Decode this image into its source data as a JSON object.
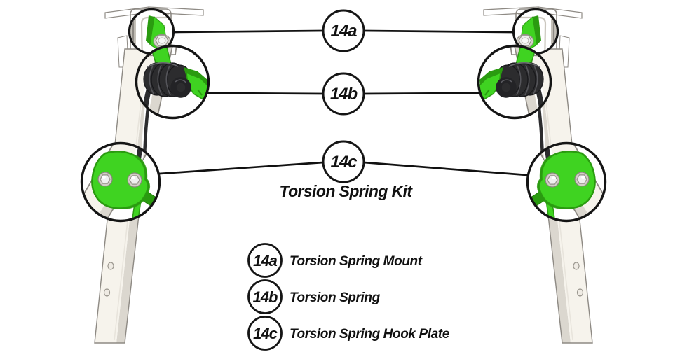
{
  "title": "Torsion Spring Kit",
  "callouts": [
    {
      "label": "14a",
      "name": "Torsion Spring Mount"
    },
    {
      "label": "14b",
      "name": "Torsion Spring"
    },
    {
      "label": "14c",
      "name": "Torsion Spring Hook Plate"
    }
  ],
  "colors": {
    "accent_green": "#3fd321",
    "green_dark": "#2a9b10",
    "spring_black": "#2c2c2e",
    "line_black": "#111111",
    "leg_ivory": "#f6f3ec",
    "leg_shadow": "#dbd7cf",
    "outline_gray": "#8e8a84"
  }
}
